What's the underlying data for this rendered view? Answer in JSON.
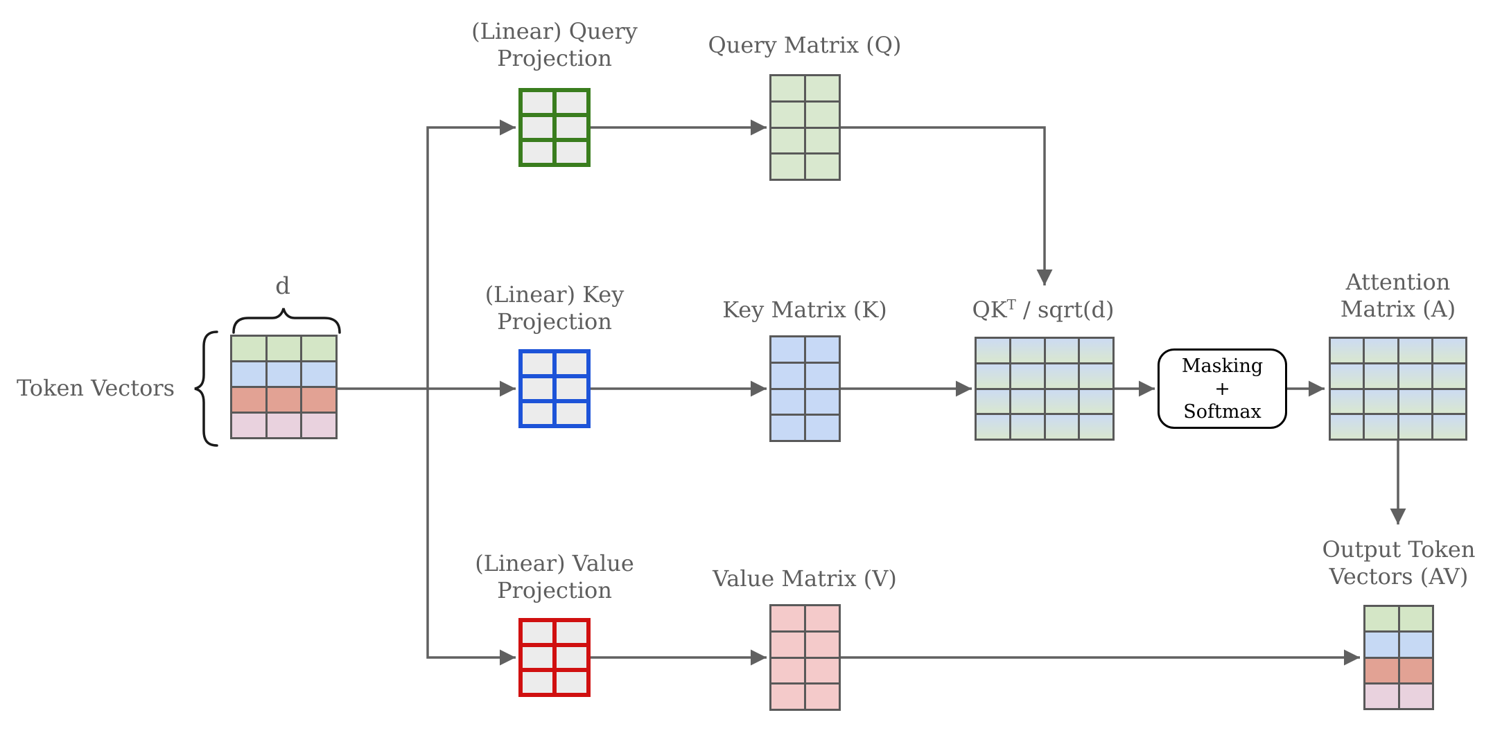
{
  "colors": {
    "line": "#606060",
    "label_text": "#5e5e5e",
    "brace": "#1a1a1a",
    "grid_border": "#595959",
    "cell_bg": "#ececec",
    "proj_green": "#3a7d1e",
    "proj_blue": "#1d53d8",
    "proj_red": "#d01010",
    "fill_q_green": "#d9e8cf",
    "fill_k_blue": "#c7d9f6",
    "fill_v_pink": "#f4caca",
    "row_green": "#d4e6c6",
    "row_blue": "#c6d9f4",
    "row_salmon": "#e2a294",
    "row_pink": "#e9d2de",
    "qk_grad_top": "#ccdbf2",
    "qk_grad_bottom": "#d9e7d0",
    "box_border": "#000000",
    "box_text": "#000000"
  },
  "labels": {
    "d": "d",
    "token_vectors": "Token Vectors",
    "query_projection": {
      "line1": "(Linear) Query",
      "line2": "Projection"
    },
    "query_matrix": "Query Matrix (Q)",
    "key_projection": {
      "line1": "(Linear) Key",
      "line2": "Projection"
    },
    "key_matrix": "Key Matrix (K)",
    "qk": {
      "base": "QK",
      "sup": "T",
      "rest": " / sqrt(d)"
    },
    "masking_box": {
      "line1": "Masking",
      "line2": "+",
      "line3": "Softmax"
    },
    "attention_matrix": {
      "line1": "Attention",
      "line2": "Matrix (A)"
    },
    "value_projection": {
      "line1": "(Linear) Value",
      "line2": "Projection"
    },
    "value_matrix": "Value Matrix (V)",
    "output_vectors": {
      "line1": "Output Token",
      "line2": "Vectors (AV)"
    }
  },
  "matrices": {
    "token": {
      "cols": 3,
      "rows": 4,
      "row_colors": [
        "row_green",
        "row_blue",
        "row_salmon",
        "row_pink"
      ],
      "border": "grid_border",
      "border_width": 3
    },
    "query_proj": {
      "cols": 2,
      "rows": 3,
      "cell_color": "cell_bg",
      "border": "proj_green",
      "border_width": 6
    },
    "key_proj": {
      "cols": 2,
      "rows": 3,
      "cell_color": "cell_bg",
      "border": "proj_blue",
      "border_width": 6
    },
    "value_proj": {
      "cols": 2,
      "rows": 3,
      "cell_color": "cell_bg",
      "border": "proj_red",
      "border_width": 6
    },
    "q": {
      "cols": 2,
      "rows": 4,
      "cell_color": "fill_q_green",
      "border": "grid_border",
      "border_width": 3
    },
    "k": {
      "cols": 2,
      "rows": 4,
      "cell_color": "fill_k_blue",
      "border": "grid_border",
      "border_width": 3
    },
    "v": {
      "cols": 2,
      "rows": 4,
      "cell_color": "fill_v_pink",
      "border": "grid_border",
      "border_width": 3
    },
    "qk": {
      "cols": 4,
      "rows": 4,
      "cell_gradient": [
        "qk_grad_top",
        "qk_grad_bottom"
      ],
      "border": "grid_border",
      "border_width": 3
    },
    "a": {
      "cols": 4,
      "rows": 4,
      "cell_gradient": [
        "qk_grad_top",
        "qk_grad_bottom"
      ],
      "border": "grid_border",
      "border_width": 3
    },
    "av": {
      "cols": 2,
      "rows": 4,
      "row_colors": [
        "row_green",
        "row_blue",
        "row_salmon",
        "row_pink"
      ],
      "border": "grid_border",
      "border_width": 3
    }
  }
}
